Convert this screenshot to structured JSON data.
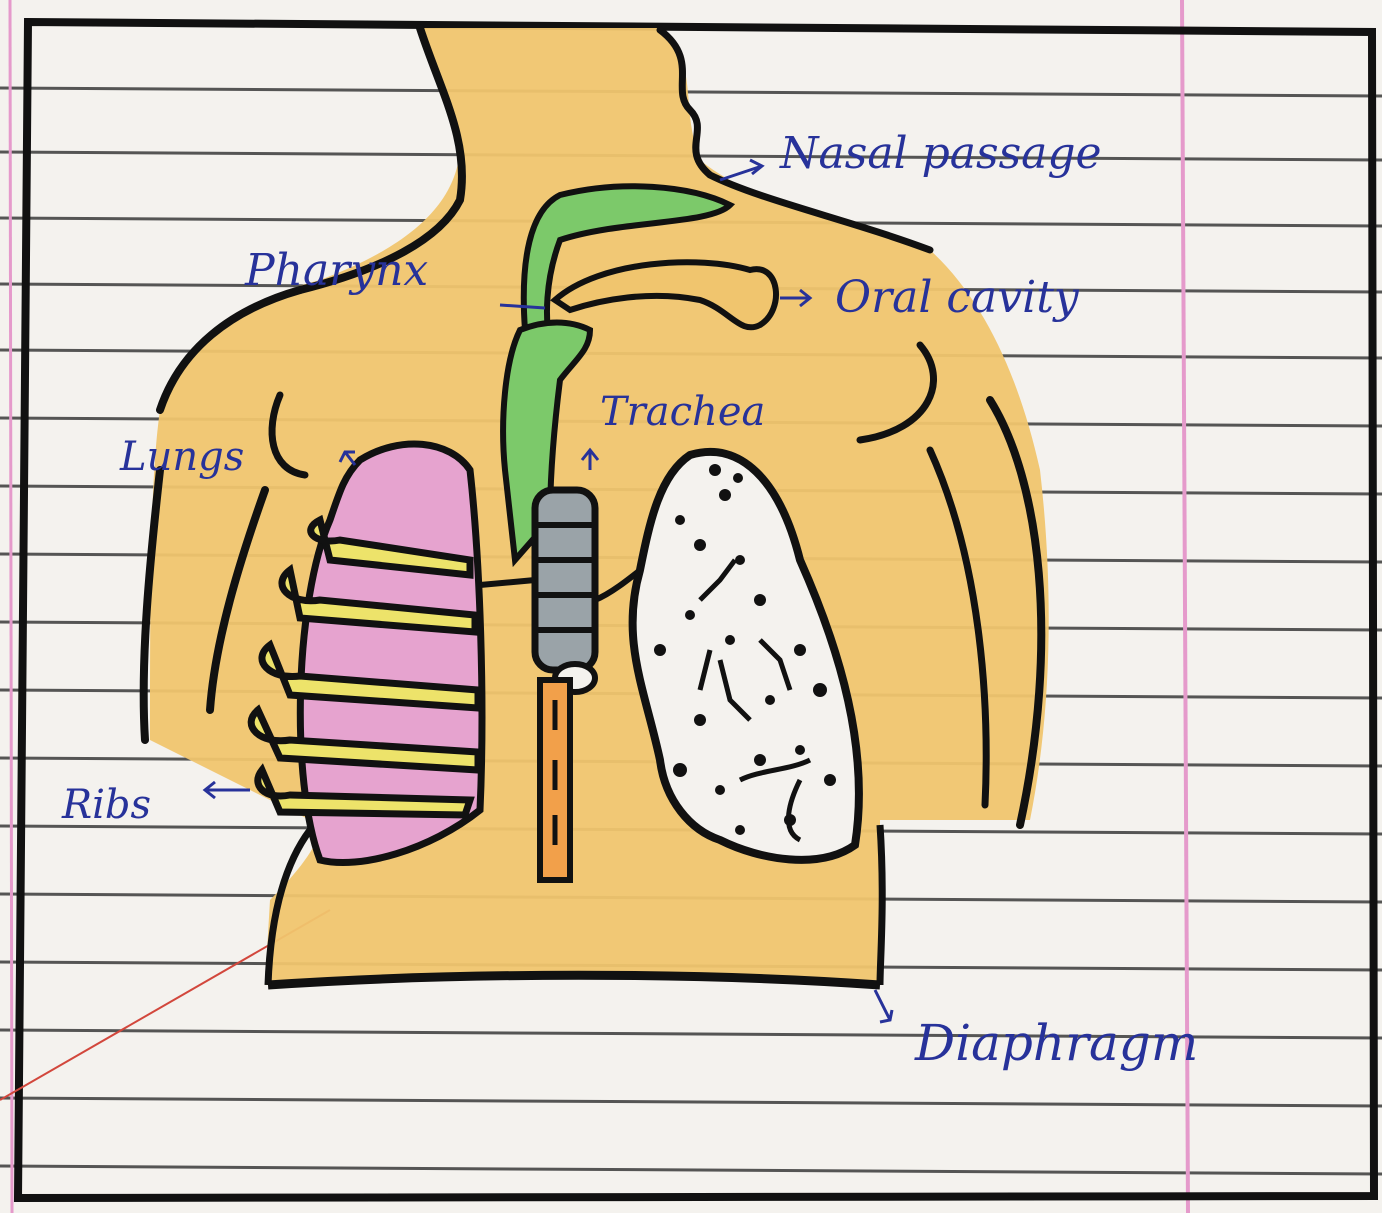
{
  "diagram": {
    "labels": {
      "nasal_passage": "Nasal passage",
      "pharynx": "Pharynx",
      "oral_cavity": "Oral cavity",
      "trachea": "Trachea",
      "lungs": "Lungs",
      "ribs": "Ribs",
      "diaphragm": "Diaphragm"
    },
    "colors": {
      "paper": "#f4f2ee",
      "ruled_line": "#3a3a3a",
      "margin_line": "#e59acb",
      "body_fill": "#f0c56e",
      "airway_fill": "#7cc96a",
      "left_lung_fill": "#e6a3cf",
      "rib_fill": "#ede36a",
      "ink": "#111111",
      "label_ink": "#27329a"
    }
  }
}
